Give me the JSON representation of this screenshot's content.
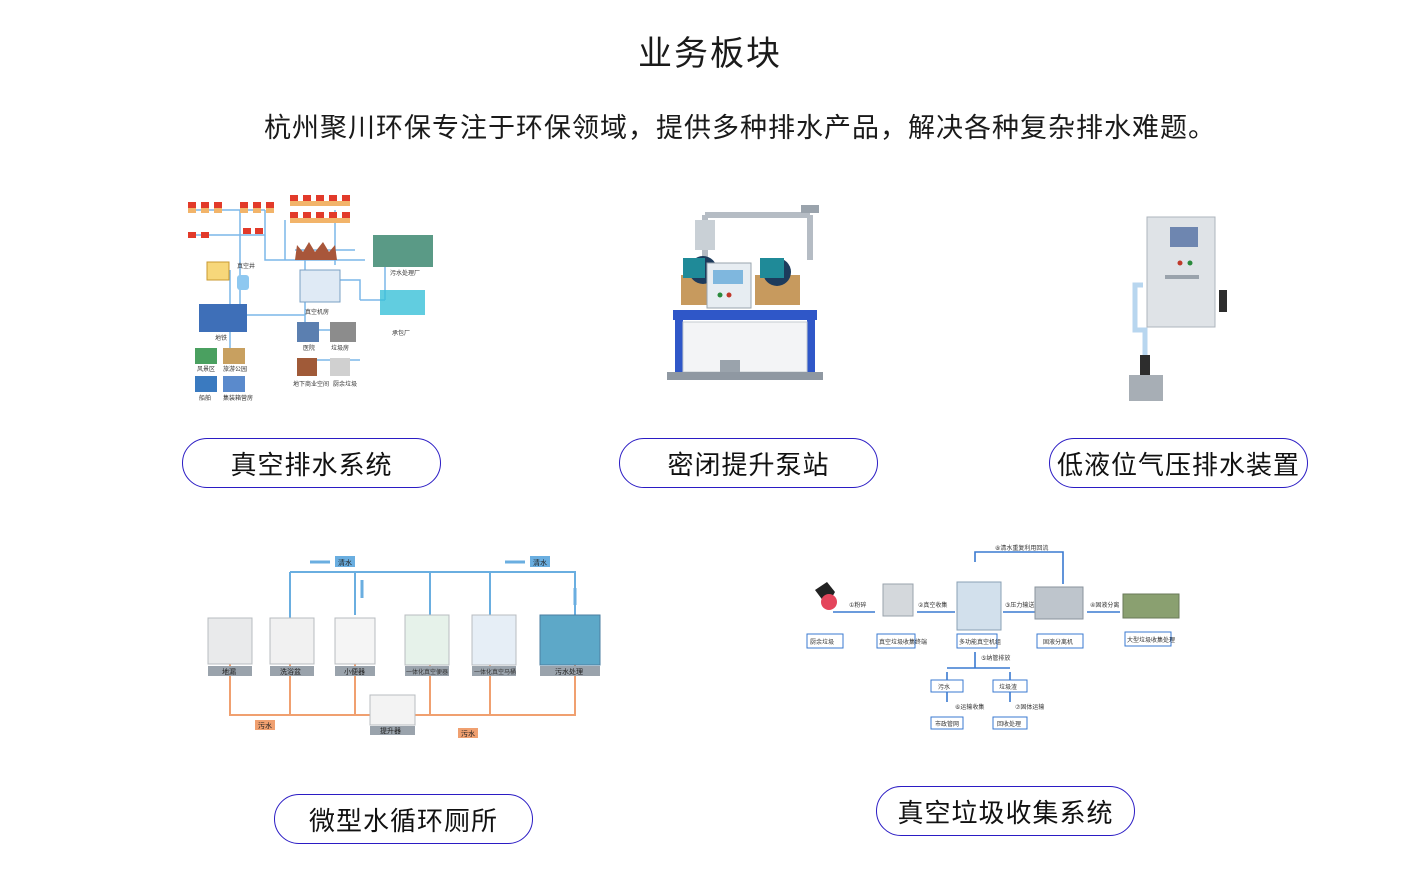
{
  "header": {
    "title": "业务板块",
    "subtitle": "杭州聚川环保专注于环保领域，提供多种排水产品，解决各种复杂排水难题。"
  },
  "products": [
    {
      "label": "真空排水系统"
    },
    {
      "label": "密闭提升泵站"
    },
    {
      "label": "低液位气压排水装置"
    },
    {
      "label": "微型水循环厕所"
    },
    {
      "label": "真空垃圾收集系统"
    }
  ],
  "diagram_vacuum_drainage": {
    "labels": [
      "真空井",
      "真空机房",
      "污水处理厂",
      "承包厂",
      "地铁",
      "医院",
      "垃圾房",
      "风景区",
      "旅游公园",
      "船舶",
      "集装箱营房",
      "地下商业空间",
      "厨余垃圾"
    ]
  },
  "diagram_toilet": {
    "clean_water": "清水",
    "sewage": "污水",
    "items": [
      "地漏",
      "洗浴盆",
      "小便器",
      "一体化真空便器",
      "一体化真空马桶",
      "污水处理"
    ],
    "lifter": "提升器"
  },
  "diagram_garbage": {
    "nodes": [
      "厨余垃圾",
      "真空垃圾收集终端",
      "多功能真空机组",
      "固液分离机",
      "大型垃圾收集处理"
    ],
    "sub_nodes": [
      "污水",
      "垃圾渣",
      "市政管网",
      "回收处理"
    ],
    "steps": [
      "①粉碎",
      "②真空收集",
      "③压力输送",
      "④固液分离",
      "⑤纳管排放",
      "⑥运输收集",
      "⑦固体运输",
      "⑧清水重复利用回流"
    ]
  },
  "colors": {
    "pill_border": "#2b1cc4",
    "blue_pipe": "#6aaee0",
    "orange_pipe": "#f0a070"
  }
}
